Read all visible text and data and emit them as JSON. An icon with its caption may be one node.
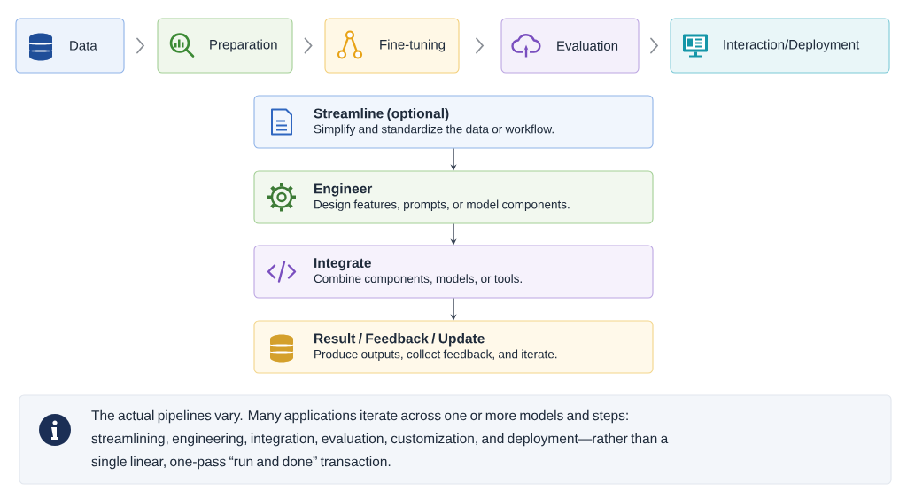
{
  "diagram": {
    "nodes": [
      {
        "text": [
          "Data"
        ]
      },
      {
        "text": [
          "Preparation"
        ]
      },
      {
        "text": [
          "Fine-tuning"
        ]
      },
      {
        "text": [
          "Evaluation"
        ]
      },
      {
        "text": [
          "Interaction/Deployment"
        ]
      },
      {
        "text": [
          "Streamline (optional)",
          "Simplify and standardize the data or workflow."
        ]
      },
      {
        "text": [
          "Engineer",
          "Design features, prompts, or model components."
        ]
      },
      {
        "text": [
          "Integrate",
          "Combine components, models, or tools."
        ]
      },
      {
        "text": [
          "Result / Feedback / Update",
          "Produce outputs, collect feedback, and iterate."
        ]
      },
      {
        "text": [
          "The actual pipelines vary. Many applications iterate across one or more models and steps: streamlining, engineering, integration, evaluation, customization, and deployment—rather than a single linear, one-pass “run and done” transaction."
        ]
      }
    ],
    "edges": [
      {
        "from": 0,
        "to": 1,
        "arrow": "to"
      },
      {
        "from": 1,
        "to": 2,
        "arrow": "to"
      },
      {
        "from": 2,
        "to": 3,
        "arrow": "to"
      },
      {
        "from": 3,
        "to": 4,
        "arrow": "to"
      },
      {
        "from": 5,
        "to": 6,
        "arrow": "to"
      },
      {
        "from": 6,
        "to": 7,
        "arrow": "to"
      },
      {
        "from": 7,
        "to": 8,
        "arrow": "to"
      }
    ]
  }
}
